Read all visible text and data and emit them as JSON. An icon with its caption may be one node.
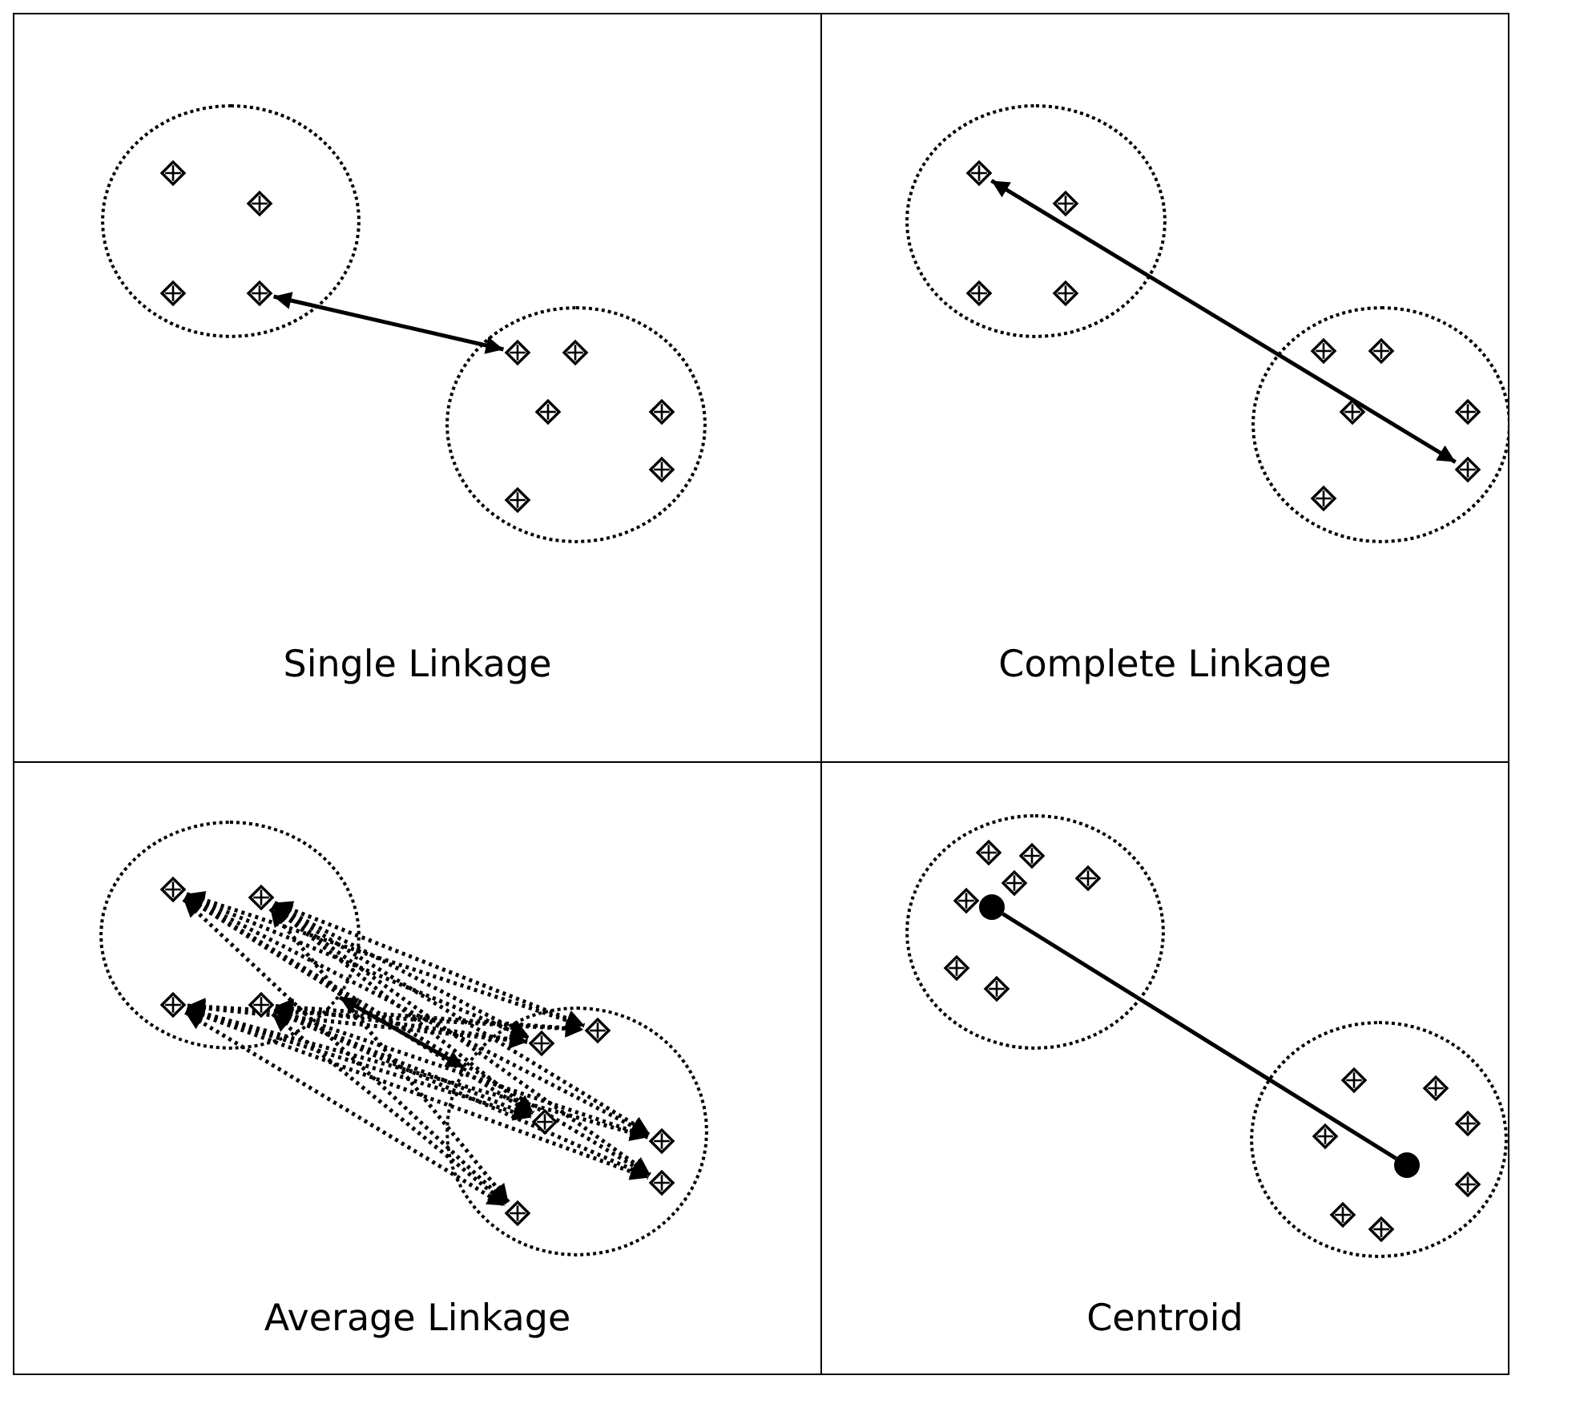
{
  "diagram": {
    "nodes": [
      {
        "text": [
          "Single Linkage"
        ]
      },
      {
        "text": [],
        "shape": "ellipse",
        "in": 0
      },
      {
        "text": [],
        "shape": "diamond",
        "in": 1
      },
      {
        "text": [],
        "shape": "diamond",
        "in": 1
      },
      {
        "text": [],
        "shape": "diamond",
        "in": 1
      },
      {
        "text": [],
        "shape": "diamond",
        "in": 1
      },
      {
        "text": [],
        "shape": "ellipse",
        "in": 0
      },
      {
        "text": [],
        "shape": "diamond",
        "in": 6
      },
      {
        "text": [],
        "shape": "diamond",
        "in": 6
      },
      {
        "text": [],
        "shape": "diamond",
        "in": 6
      },
      {
        "text": [],
        "shape": "diamond",
        "in": 6
      },
      {
        "text": [],
        "shape": "diamond",
        "in": 6
      },
      {
        "text": [],
        "shape": "diamond",
        "in": 6
      },
      {
        "text": [
          "Complete Linkage"
        ]
      },
      {
        "text": [],
        "shape": "ellipse",
        "in": 13
      },
      {
        "text": [],
        "shape": "diamond",
        "in": 14
      },
      {
        "text": [],
        "shape": "diamond",
        "in": 14
      },
      {
        "text": [],
        "shape": "diamond",
        "in": 14
      },
      {
        "text": [],
        "shape": "diamond",
        "in": 14
      },
      {
        "text": [],
        "shape": "ellipse",
        "in": 13
      },
      {
        "text": [],
        "shape": "diamond",
        "in": 19
      },
      {
        "text": [],
        "shape": "diamond",
        "in": 19
      },
      {
        "text": [],
        "shape": "diamond",
        "in": 19
      },
      {
        "text": [],
        "shape": "diamond",
        "in": 19
      },
      {
        "text": [],
        "shape": "diamond",
        "in": 19
      },
      {
        "text": [],
        "shape": "diamond",
        "in": 19
      },
      {
        "text": [
          "Average Linkage"
        ]
      },
      {
        "text": [],
        "shape": "ellipse",
        "in": 26
      },
      {
        "text": [],
        "shape": "diamond",
        "in": 27
      },
      {
        "text": [],
        "shape": "diamond",
        "in": 27
      },
      {
        "text": [],
        "shape": "diamond",
        "in": 27
      },
      {
        "text": [],
        "shape": "diamond",
        "in": 27
      },
      {
        "text": [],
        "shape": "ellipse",
        "in": 26
      },
      {
        "text": [],
        "shape": "diamond",
        "in": 32
      },
      {
        "text": [],
        "shape": "diamond",
        "in": 32
      },
      {
        "text": [],
        "shape": "diamond",
        "in": 32
      },
      {
        "text": [],
        "shape": "diamond",
        "in": 32
      },
      {
        "text": [],
        "shape": "diamond",
        "in": 32
      },
      {
        "text": [],
        "shape": "diamond",
        "in": 32
      },
      {
        "text": [
          "Centroid"
        ]
      },
      {
        "text": [],
        "shape": "ellipse",
        "in": 39
      },
      {
        "text": [],
        "shape": "diamond",
        "in": 40
      },
      {
        "text": [],
        "shape": "diamond",
        "in": 40
      },
      {
        "text": [],
        "shape": "diamond",
        "in": 40
      },
      {
        "text": [],
        "shape": "diamond",
        "in": 40
      },
      {
        "text": [],
        "shape": "diamond",
        "in": 40
      },
      {
        "text": [],
        "shape": "diamond",
        "in": 40
      },
      {
        "text": [],
        "shape": "diamond",
        "in": 40
      },
      {
        "text": [],
        "shape": "circle",
        "in": 40
      },
      {
        "text": [],
        "shape": "ellipse",
        "in": 39
      },
      {
        "text": [],
        "shape": "diamond",
        "in": 49
      },
      {
        "text": [],
        "shape": "diamond",
        "in": 49
      },
      {
        "text": [],
        "shape": "diamond",
        "in": 49
      },
      {
        "text": [],
        "shape": "diamond",
        "in": 49
      },
      {
        "text": [],
        "shape": "diamond",
        "in": 49
      },
      {
        "text": [],
        "shape": "diamond",
        "in": 49
      },
      {
        "text": [],
        "shape": "diamond",
        "in": 49
      },
      {
        "text": [],
        "shape": "circle",
        "in": 49
      }
    ],
    "edges": [
      {
        "from": 5,
        "to": 7,
        "arrow": "both"
      },
      {
        "from": 15,
        "to": 24,
        "arrow": "both"
      },
      {
        "from": 28,
        "to": 33,
        "arrow": "both",
        "style": "dashed"
      },
      {
        "from": 28,
        "to": 34,
        "arrow": "both",
        "style": "dashed"
      },
      {
        "from": 28,
        "to": 35,
        "arrow": "both",
        "style": "dashed"
      },
      {
        "from": 28,
        "to": 36,
        "arrow": "both",
        "style": "dashed"
      },
      {
        "from": 28,
        "to": 37,
        "arrow": "both",
        "style": "dashed"
      },
      {
        "from": 28,
        "to": 38,
        "arrow": "both",
        "style": "dashed"
      },
      {
        "from": 29,
        "to": 33,
        "arrow": "both",
        "style": "dashed"
      },
      {
        "from": 29,
        "to": 34,
        "arrow": "both",
        "style": "dashed"
      },
      {
        "from": 29,
        "to": 35,
        "arrow": "both",
        "style": "dashed"
      },
      {
        "from": 29,
        "to": 36,
        "arrow": "both",
        "style": "dashed"
      },
      {
        "from": 29,
        "to": 37,
        "arrow": "both",
        "style": "dashed"
      },
      {
        "from": 29,
        "to": 38,
        "arrow": "both",
        "style": "dashed"
      },
      {
        "from": 30,
        "to": 33,
        "arrow": "both",
        "style": "dashed"
      },
      {
        "from": 30,
        "to": 34,
        "arrow": "both",
        "style": "dashed"
      },
      {
        "from": 30,
        "to": 35,
        "arrow": "both",
        "style": "dashed"
      },
      {
        "from": 30,
        "to": 36,
        "arrow": "both",
        "style": "dashed"
      },
      {
        "from": 30,
        "to": 37,
        "arrow": "both",
        "style": "dashed"
      },
      {
        "from": 30,
        "to": 38,
        "arrow": "both",
        "style": "dashed"
      },
      {
        "from": 31,
        "to": 33,
        "arrow": "both",
        "style": "dashed"
      },
      {
        "from": 31,
        "to": 34,
        "arrow": "both",
        "style": "dashed"
      },
      {
        "from": 31,
        "to": 35,
        "arrow": "both",
        "style": "dashed"
      },
      {
        "from": 31,
        "to": 36,
        "arrow": "both",
        "style": "dashed"
      },
      {
        "from": 31,
        "to": 37,
        "arrow": "both",
        "style": "dashed"
      },
      {
        "from": 31,
        "to": 38,
        "arrow": "both",
        "style": "dashed"
      },
      {
        "from": 27,
        "to": 32,
        "arrow": "both"
      },
      {
        "from": 48,
        "to": 57,
        "arrow": "none"
      }
    ]
  }
}
